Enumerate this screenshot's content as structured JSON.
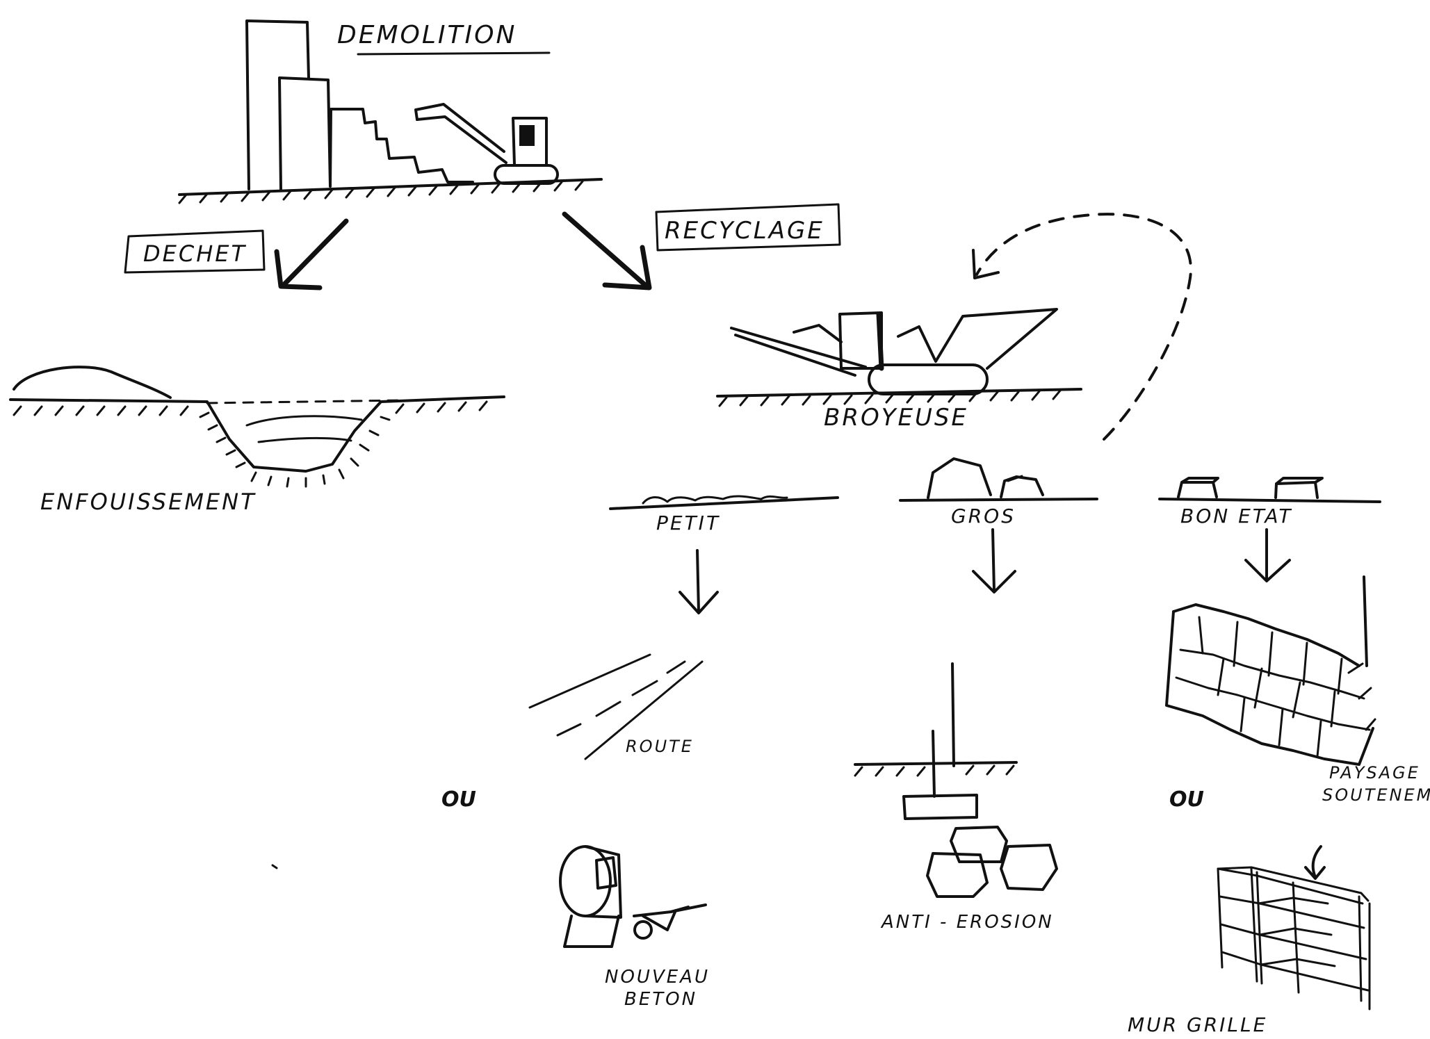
{
  "labels": {
    "demolition": "DEMOLITION",
    "dechet": "DECHET",
    "recyclage": "RECYCLAGE",
    "enfouissement": "ENFOUISSEMENT",
    "broyeuse": "BROYEUSE",
    "petit": "PETIT",
    "gros": "GROS",
    "bon_etat": "BON ETAT",
    "route": "ROUTE",
    "ou_left": "OU",
    "ou_right": "OU",
    "nouveau": "NOUVEAU",
    "beton": "BETON",
    "anti_erosion": "ANTI - EROSION",
    "paysage": "PAYSAGE",
    "soutenement": "SOUTENEM",
    "mur_grille": "MUR GRILLE"
  }
}
